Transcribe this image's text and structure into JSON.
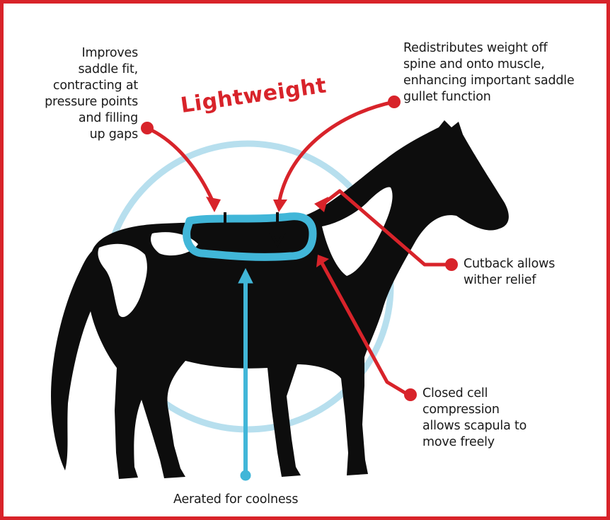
{
  "title": "Lightweight",
  "callouts": {
    "saddle_fit": "Improves\nsaddle fit,\ncontracting at\npressure points\nand filling\nup gaps",
    "redistributes": "Redistributes weight off\nspine and onto muscle,\nenhancing important saddle\ngullet function",
    "cutback": "Cutback allows\nwither relief",
    "closed_cell": "Closed cell\ncompression\nallows scapula to\nmove freely",
    "aerated": "Aerated for coolness"
  },
  "colors": {
    "frame": "#d8232a",
    "accent_red": "#d8232a",
    "pad_blue": "#41b6d8",
    "circle_blue": "#b7dfee",
    "horse": "#0d0d0d"
  }
}
